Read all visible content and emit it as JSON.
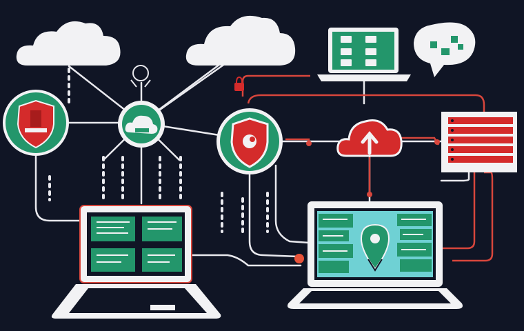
{
  "palette": {
    "background": "#101525",
    "line_white": "#e9e9ee",
    "line_red": "#d8463c",
    "accent_green": "#23966b",
    "accent_red": "#d42b2b",
    "cloud_white": "#f2f2f4",
    "screen_teal": "#6fd1d4"
  },
  "nodes": [
    {
      "name": "cloud-left",
      "icon": "cloud-icon"
    },
    {
      "name": "cloud-center",
      "icon": "cloud-icon"
    },
    {
      "name": "laptop-top",
      "icon": "laptop-icon"
    },
    {
      "name": "chat-bubble",
      "icon": "chat-bubble-icon"
    },
    {
      "name": "shield-left",
      "icon": "shield-icon"
    },
    {
      "name": "hub",
      "icon": "cloud-hub-icon"
    },
    {
      "name": "shield-center",
      "icon": "shield-icon"
    },
    {
      "name": "cloud-upload",
      "icon": "cloud-upload-icon"
    },
    {
      "name": "server-rack",
      "icon": "server-icon"
    },
    {
      "name": "laptop-left",
      "icon": "laptop-icon"
    },
    {
      "name": "laptop-right",
      "icon": "laptop-location-icon"
    },
    {
      "name": "lock-top",
      "icon": "lock-icon"
    }
  ]
}
